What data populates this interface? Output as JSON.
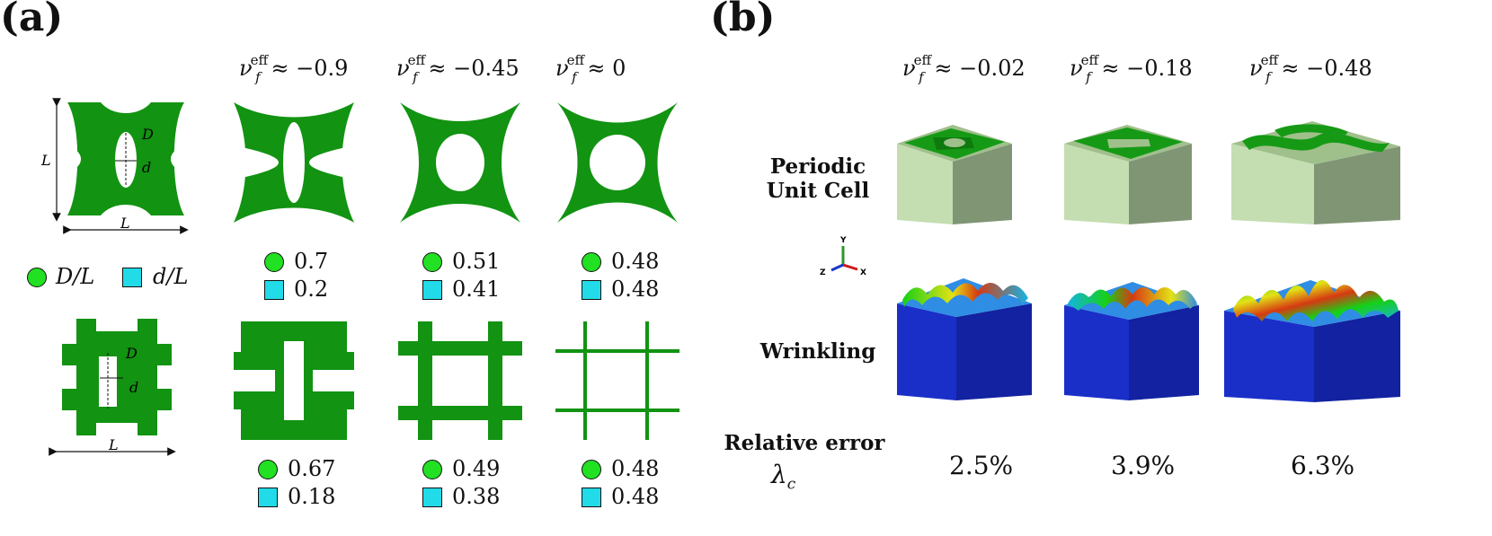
{
  "panel_a": {
    "label": "(a)",
    "columns": [
      {
        "nu": "−0.9"
      },
      {
        "nu": "−0.45"
      },
      {
        "nu": "0"
      }
    ],
    "schematic": {
      "top_L_vertical": "L",
      "top_L_horizontal": "L",
      "top_D": "D",
      "top_d": "d",
      "bottom_L_horizontal": "L",
      "bottom_D": "D",
      "bottom_d": "d"
    },
    "legend": {
      "circle_label": "D/L",
      "square_label": "d/L"
    },
    "top_row_values": [
      {
        "D": "0.7",
        "d": "0.2"
      },
      {
        "D": "0.51",
        "d": "0.41"
      },
      {
        "D": "0.48",
        "d": "0.48"
      }
    ],
    "bottom_row_values": [
      {
        "D": "0.67",
        "d": "0.18"
      },
      {
        "D": "0.49",
        "d": "0.38"
      },
      {
        "D": "0.48",
        "d": "0.48"
      }
    ]
  },
  "panel_b": {
    "label": "(b)",
    "columns": [
      {
        "nu": "−0.02",
        "error": "2.5%"
      },
      {
        "nu": "−0.18",
        "error": "3.9%"
      },
      {
        "nu": "−0.48",
        "error": "6.3%"
      }
    ],
    "row_labels": {
      "periodic_line1": "Periodic",
      "periodic_line2": "Unit Cell",
      "wrinkling": "Wrinkling",
      "relative_error": "Relative error",
      "lambda": "λ",
      "lambda_sub": "c"
    },
    "axes_triad": {
      "y": "Y",
      "x": "X",
      "z": "Z"
    }
  },
  "nu_symbol": {
    "nu": "ν",
    "sup": "eff",
    "sub": "f",
    "approx": "≈"
  },
  "colors": {
    "green": "#129312",
    "circle": "#22e022",
    "square": "#22dbe8",
    "block_light": "#c4deb2",
    "block_dark": "#7f9574",
    "fe_blue": "#1a2fc8"
  }
}
